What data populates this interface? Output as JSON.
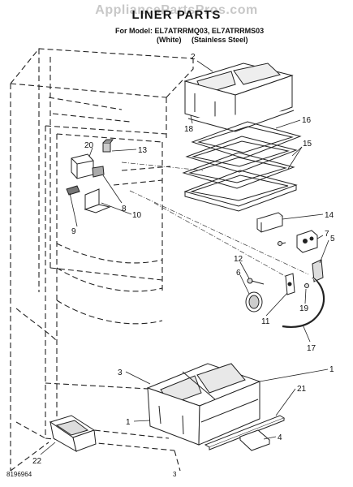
{
  "watermark": "AppliancePartsPros.com",
  "title": "LINER PARTS",
  "header": {
    "for_model": "For Model: EL7ATRRMQ03, EL7ATRRMS03",
    "variant_white": "(White)",
    "variant_steel": "(Stainless Steel)"
  },
  "callouts": [
    "2",
    "18",
    "16",
    "15",
    "20",
    "13",
    "8",
    "9",
    "10",
    "14",
    "7",
    "5",
    "12",
    "6",
    "11",
    "19",
    "17",
    "1",
    "3",
    "21",
    "4",
    "22"
  ],
  "footer": {
    "doc_number": "8196964",
    "page_number": "3"
  }
}
